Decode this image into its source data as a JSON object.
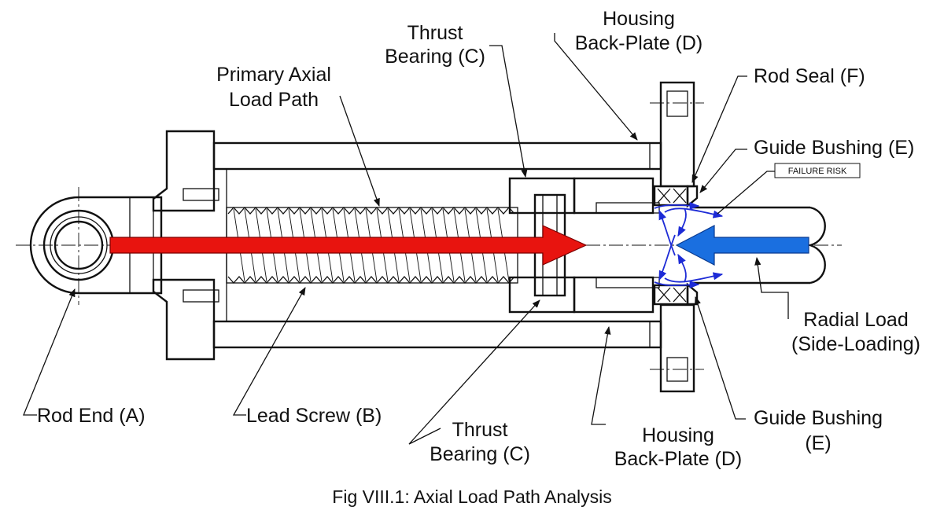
{
  "labels": {
    "thrust_bearing_top": [
      "Thrust",
      "Bearing (C)"
    ],
    "housing_backplate_top": [
      "Housing",
      "Back-Plate (D)"
    ],
    "primary_axial_load_path": [
      "Primary Axial",
      "Load Path"
    ],
    "rod_seal": "Rod Seal (F)",
    "guide_bushing_top": "Guide Bushing (E)",
    "failure_risk": "FAILURE RISK",
    "radial_load": [
      "Radial Load",
      "(Side-Loading)"
    ],
    "rod_end": "Rod End (A)",
    "lead_screw": "Lead Screw (B)",
    "thrust_bearing_bottom": [
      "Thrust",
      "Bearing (C)"
    ],
    "housing_backplate_bottom": [
      "Housing",
      "Back-Plate (D)"
    ],
    "guide_bushing_bottom": [
      "Guide Bushing",
      "(E)"
    ]
  },
  "caption": "Fig VIII.1: Axial Load Path Analysis",
  "colors": {
    "axial_load_arrow": "#e8140f",
    "radial_load_arrow": "#1a6fe0",
    "stress_flow": "#1d2bd6",
    "line": "#111111",
    "background": "#ffffff"
  }
}
